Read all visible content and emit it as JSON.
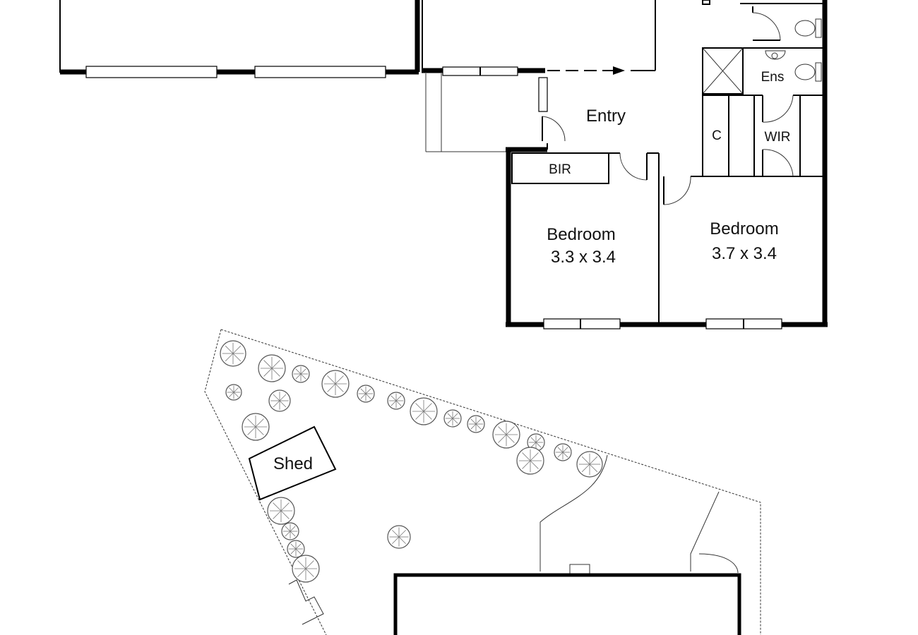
{
  "plan": {
    "rooms": {
      "entry": "Entry",
      "bir": "BIR",
      "bedroom1": {
        "name": "Bedroom",
        "size": "3.3 x 3.4"
      },
      "bedroom2": {
        "name": "Bedroom",
        "size": "3.7 x 3.4"
      },
      "cupboard": "C",
      "wir": "WIR",
      "ensuite": "Ens",
      "shed": "Shed"
    }
  }
}
